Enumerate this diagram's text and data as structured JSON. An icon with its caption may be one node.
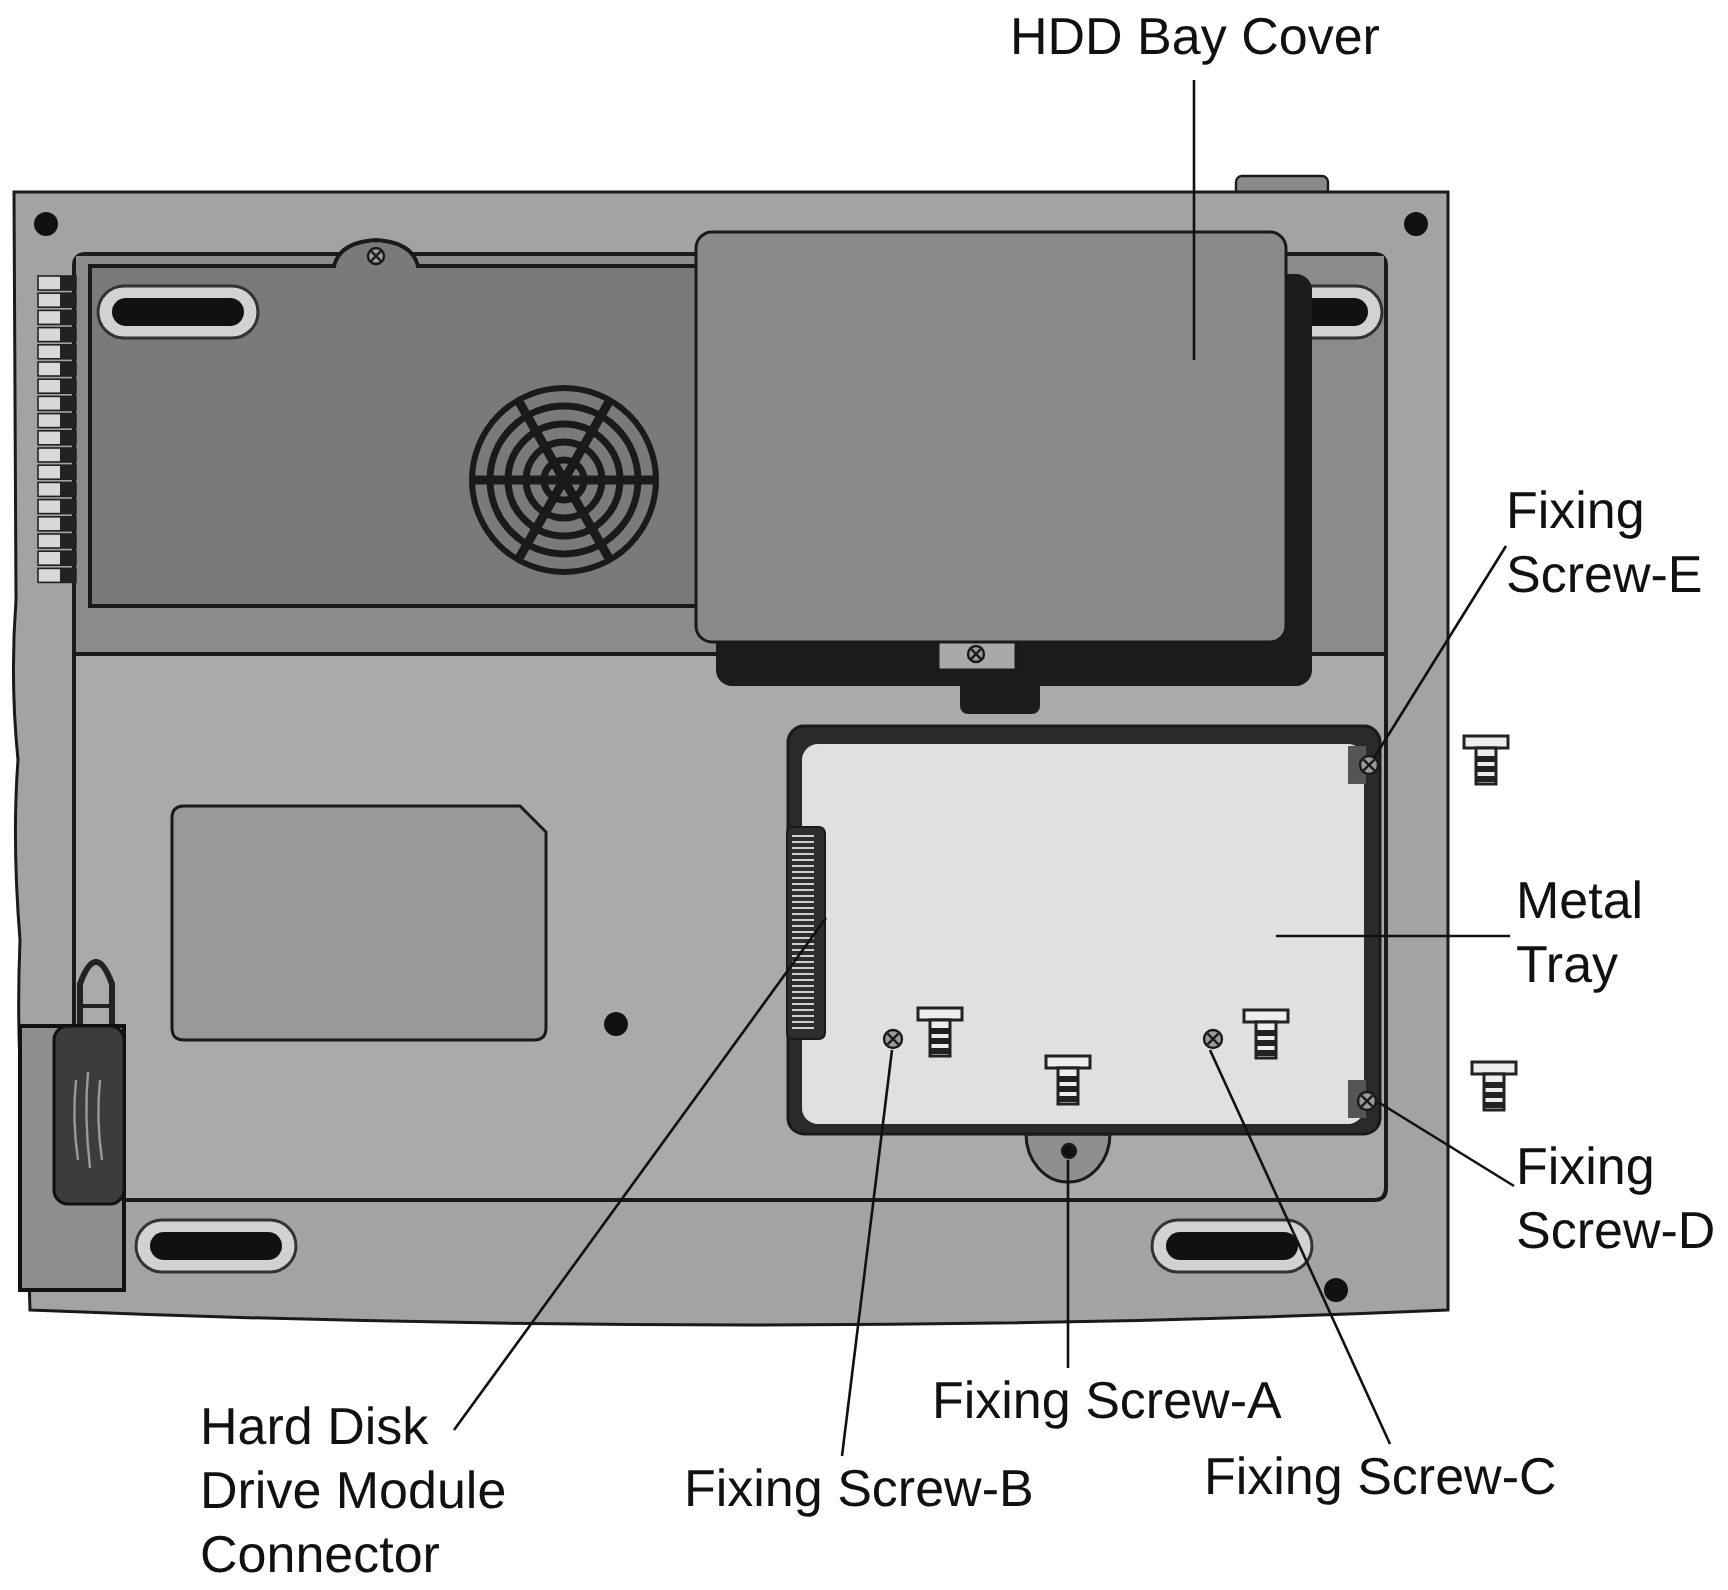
{
  "diagram": {
    "nodes": [
      {
        "text": [
          "HDD Bay Cover"
        ]
      },
      {
        "text": [],
        "shape": "box"
      },
      {
        "text": [
          "Fixing Screw-E"
        ]
      },
      {
        "text": [],
        "shape": "box"
      },
      {
        "text": [],
        "shape": "circle",
        "in": 3
      },
      {
        "text": [
          "Metal Tray"
        ]
      },
      {
        "text": [],
        "shape": "circle",
        "in": 3
      },
      {
        "text": [
          "Fixing Screw-D"
        ]
      },
      {
        "text": [],
        "shape": "bar",
        "in": 3
      },
      {
        "text": [],
        "shape": "circle",
        "in": 3
      },
      {
        "text": [],
        "shape": "circle",
        "in": 3
      },
      {
        "text": [],
        "shape": "circle"
      },
      {
        "text": [
          "Hard Disk Drive Module Connector"
        ]
      },
      {
        "text": [
          "Fixing Screw-A"
        ]
      },
      {
        "text": [
          "Fixing Screw-B"
        ]
      },
      {
        "text": [
          "Fixing Screw-C"
        ]
      }
    ],
    "edges": [
      {
        "from": 0,
        "to": 1,
        "arrow": "none"
      },
      {
        "from": 2,
        "to": 4,
        "arrow": "none"
      },
      {
        "from": 5,
        "to": 3,
        "arrow": "none"
      },
      {
        "from": 7,
        "to": 6,
        "arrow": "none"
      },
      {
        "from": 12,
        "to": 8,
        "arrow": "none"
      },
      {
        "from": 13,
        "to": 11,
        "arrow": "none"
      },
      {
        "from": 14,
        "to": 9,
        "arrow": "none"
      },
      {
        "from": 15,
        "to": 10,
        "arrow": "none"
      }
    ]
  }
}
